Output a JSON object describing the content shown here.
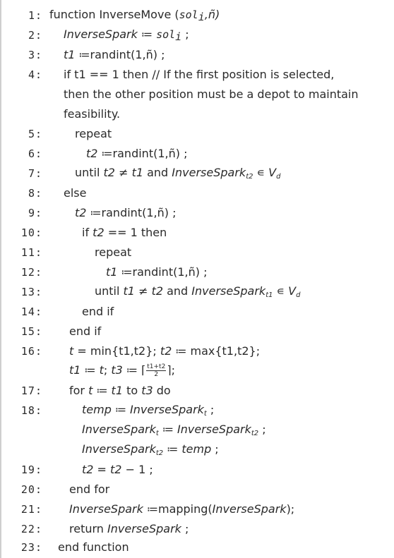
{
  "lines": [
    {
      "n": "1:",
      "indent": 68,
      "parts": [
        "function InverseMove (",
        "sol",
        "i",
        ",ñ)"
      ]
    },
    {
      "n": "2:",
      "indent": 88,
      "parts": [
        "InverseSpark",
        " ≔ ",
        "sol",
        "i",
        " ;"
      ]
    },
    {
      "n": "3:",
      "indent": 88,
      "parts": [
        "t1 ",
        "≔randint(1,ñ) ;"
      ]
    },
    {
      "n": "4:",
      "indent": 88,
      "parts": [
        "if t1 == 1 then // If the first position is selected,"
      ]
    },
    {
      "n": "",
      "indent": 88,
      "parts": [
        "then the other position must be a depot to maintain"
      ]
    },
    {
      "n": "",
      "indent": 88,
      "parts": [
        "feasibility."
      ]
    },
    {
      "n": "5:",
      "indent": 104,
      "parts": [
        "repeat"
      ]
    },
    {
      "n": "6:",
      "indent": 120,
      "parts": [
        "t2 ",
        "≔randint(1,ñ) ;"
      ]
    },
    {
      "n": "7:",
      "indent": 104,
      "parts": [
        "until ",
        "t2 ≠ t1",
        " and ",
        "InverseSpark",
        "t2",
        " ∊ V",
        "d"
      ]
    },
    {
      "n": "8:",
      "indent": 88,
      "parts": [
        "else"
      ]
    },
    {
      "n": "9:",
      "indent": 104,
      "parts": [
        "t2 ",
        "≔randint(1,ñ) ;"
      ]
    },
    {
      "n": "10:",
      "indent": 114,
      "parts": [
        "if ",
        "t2",
        " == 1 then"
      ]
    },
    {
      "n": "11:",
      "indent": 132,
      "parts": [
        "repeat"
      ]
    },
    {
      "n": "12:",
      "indent": 148,
      "parts": [
        "t1 ",
        "≔randint(1,ñ) ;"
      ]
    },
    {
      "n": "13:",
      "indent": 132,
      "parts": [
        "until ",
        "t1 ≠ t2",
        " and ",
        "InverseSpark",
        "t1",
        " ∊ V",
        "d"
      ]
    },
    {
      "n": "14:",
      "indent": 114,
      "parts": [
        "end if"
      ]
    },
    {
      "n": "15:",
      "indent": 96,
      "parts": [
        "end if"
      ]
    },
    {
      "n": "16:",
      "indent": 96,
      "parts": [
        "t",
        " = min{t1,t2};  ",
        "t2",
        " ≔ max{t1,t2};"
      ]
    },
    {
      "n": "",
      "indent": 96,
      "parts": [
        "t1",
        " ≔ ",
        "t",
        "; ",
        "t3",
        " ≔ ⌈",
        "t1+t2",
        "2",
        "⌉;"
      ]
    },
    {
      "n": "17:",
      "indent": 96,
      "parts": [
        "for ",
        "t",
        " ≔ ",
        "t1",
        " to ",
        "t3",
        " do"
      ]
    },
    {
      "n": "18:",
      "indent": 114,
      "parts": [
        "temp",
        " ≔ ",
        "InverseSpark",
        "t",
        " ;"
      ]
    },
    {
      "n": "",
      "indent": 114,
      "parts": [
        "InverseSpark",
        "t",
        " ≔ ",
        "InverseSpark",
        "t2",
        " ;"
      ]
    },
    {
      "n": "",
      "indent": 114,
      "parts": [
        "InverseSpark",
        "t2",
        " ≔ ",
        "temp",
        " ;"
      ]
    },
    {
      "n": "19:",
      "indent": 114,
      "parts": [
        "t2",
        " = ",
        "t2",
        " − 1 ;"
      ]
    },
    {
      "n": "20:",
      "indent": 96,
      "parts": [
        "end for"
      ]
    },
    {
      "n": "21:",
      "indent": 96,
      "parts": [
        "InverseSpark",
        " ≔mapping(",
        "InverseSpark",
        ");"
      ]
    },
    {
      "n": "22:",
      "indent": 96,
      "parts": [
        "return ",
        "InverseSpark",
        " ;"
      ]
    },
    {
      "n": "23:",
      "indent": 80,
      "parts": [
        "end function"
      ]
    }
  ]
}
